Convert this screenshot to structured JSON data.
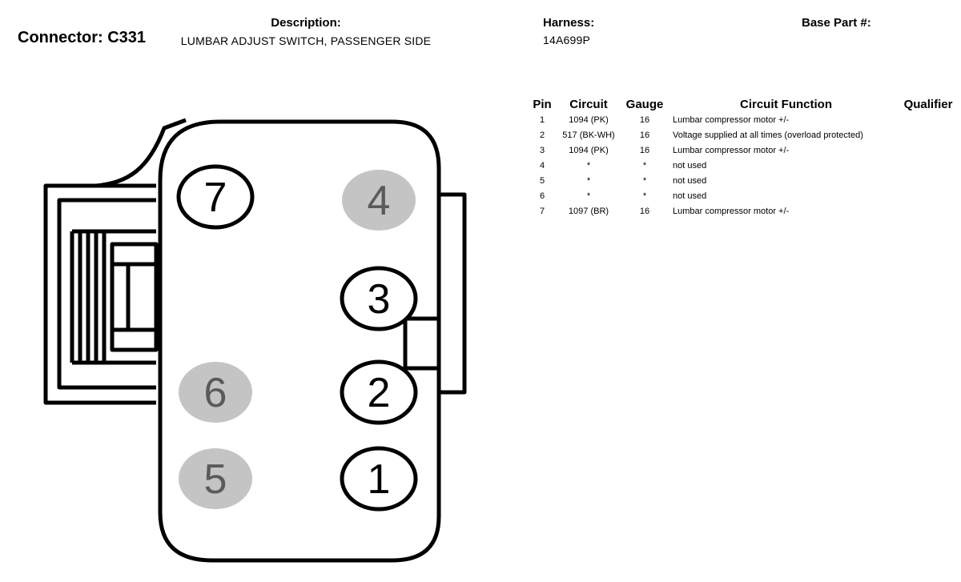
{
  "header": {
    "connector_title": "Connector: C331",
    "description_label": "Description:",
    "description_value": "LUMBAR ADJUST SWITCH, PASSENGER SIDE",
    "harness_label": "Harness:",
    "harness_value": "14A699P",
    "base_part_label": "Base Part #:"
  },
  "diagram": {
    "pins": [
      {
        "number": "1",
        "used": true
      },
      {
        "number": "2",
        "used": true
      },
      {
        "number": "3",
        "used": true
      },
      {
        "number": "4",
        "used": false
      },
      {
        "number": "5",
        "used": false
      },
      {
        "number": "6",
        "used": false
      },
      {
        "number": "7",
        "used": true
      }
    ],
    "colors": {
      "unused_pin_fill": "#c4c4c4",
      "unused_pin_text": "#5a5a5a",
      "outline": "#000000"
    }
  },
  "pin_table": {
    "headers": {
      "pin": "Pin",
      "circuit": "Circuit",
      "gauge": "Gauge",
      "function": "Circuit Function",
      "qualifier": "Qualifier"
    },
    "rows": [
      {
        "pin": "1",
        "circuit": "1094 (PK)",
        "gauge": "16",
        "function": "Lumbar compressor motor +/-"
      },
      {
        "pin": "2",
        "circuit": "517 (BK-WH)",
        "gauge": "16",
        "function": "Voltage supplied at all times (overload protected)"
      },
      {
        "pin": "3",
        "circuit": "1094 (PK)",
        "gauge": "16",
        "function": "Lumbar compressor motor +/-"
      },
      {
        "pin": "4",
        "circuit": "*",
        "gauge": "*",
        "function": "not used"
      },
      {
        "pin": "5",
        "circuit": "*",
        "gauge": "*",
        "function": "not used"
      },
      {
        "pin": "6",
        "circuit": "*",
        "gauge": "*",
        "function": "not used"
      },
      {
        "pin": "7",
        "circuit": "1097 (BR)",
        "gauge": "16",
        "function": "Lumbar compressor motor +/-"
      }
    ]
  }
}
